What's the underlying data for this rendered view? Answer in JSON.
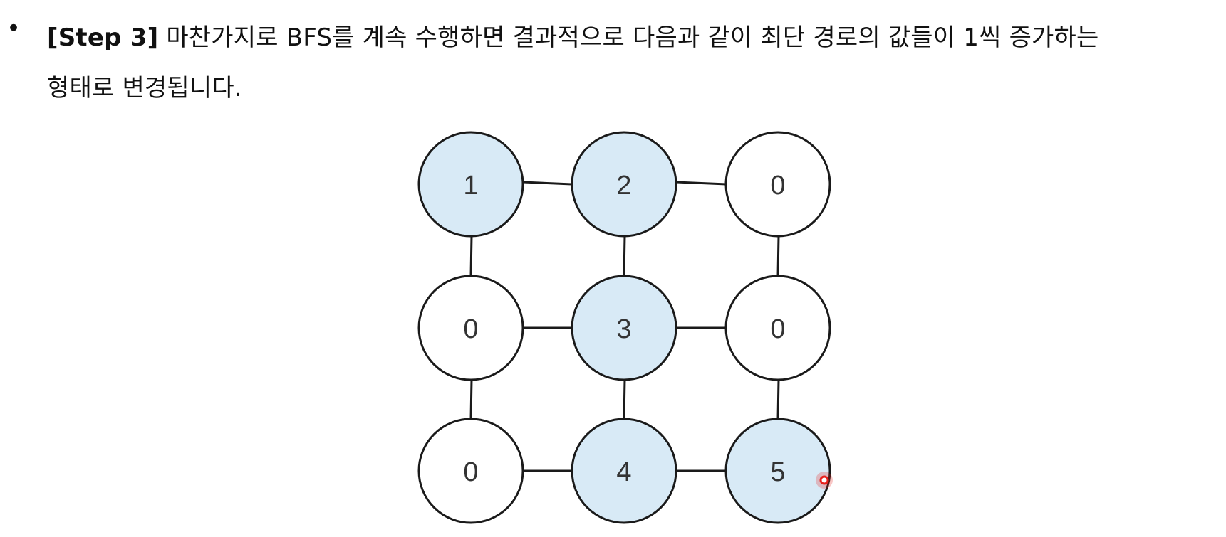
{
  "text": {
    "bullet": "•",
    "step_label": "[Step 3]",
    "line1_rest": " 마찬가지로 BFS를 계속 수행하면 결과적으로 다음과 같이 최단 경로의 값들이 1씩 증가하는",
    "line2": "형태로 변경됩니다."
  },
  "grid": {
    "rows": 3,
    "cols": 3,
    "values": [
      [
        "1",
        "2",
        "0"
      ],
      [
        "0",
        "3",
        "0"
      ],
      [
        "0",
        "4",
        "5"
      ]
    ],
    "highlighted": [
      [
        true,
        true,
        false
      ],
      [
        false,
        true,
        false
      ],
      [
        false,
        true,
        true
      ]
    ]
  },
  "colors": {
    "highlight_fill": "#d8eaf6",
    "plain_fill": "#ffffff",
    "stroke": "#1a1a1a",
    "cursor": "#e8211d"
  }
}
